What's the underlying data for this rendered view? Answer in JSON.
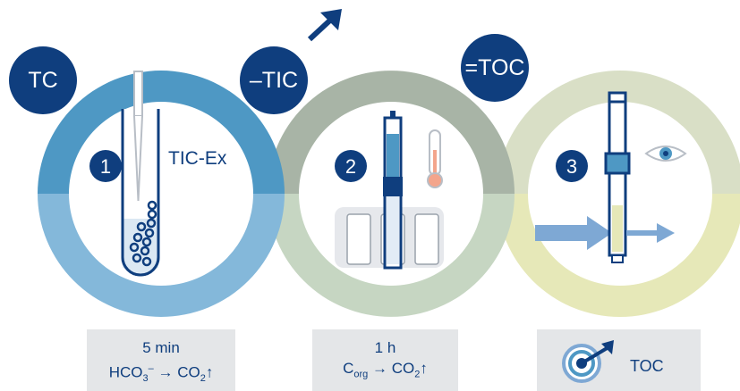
{
  "badges": {
    "tc": "TC",
    "tic": "–TIC",
    "toc": "=TOC"
  },
  "steps": {
    "step1_number": "1",
    "step1_label": "TIC-Ex",
    "step2_number": "2",
    "step3_number": "3"
  },
  "boxes": {
    "box1_time": "5 min",
    "box1_reactant": "HCO",
    "box1_reactant_sub": "3",
    "box1_reactant_sup": "–",
    "box1_arrow": "→",
    "box1_product": "CO",
    "box1_product_sub": "2",
    "box1_up": "↑",
    "box2_time": "1 h",
    "box2_reactant": "C",
    "box2_reactant_sub": "org",
    "box2_arrow": "→",
    "box2_product": "CO",
    "box2_product_sub": "2",
    "box2_up": "↑",
    "box3_label": "TOC"
  },
  "colors": {
    "navy": "#0f3e7e",
    "ring1_top": "#4e98c4",
    "ring1_bottom": "#84b8da",
    "ring2_top": "#a8b4a6",
    "ring2_bottom": "#c6d6c2",
    "ring3_top": "#d9dfc6",
    "ring3_bottom": "#e6e8b8",
    "box_bg": "#e4e6e8"
  }
}
